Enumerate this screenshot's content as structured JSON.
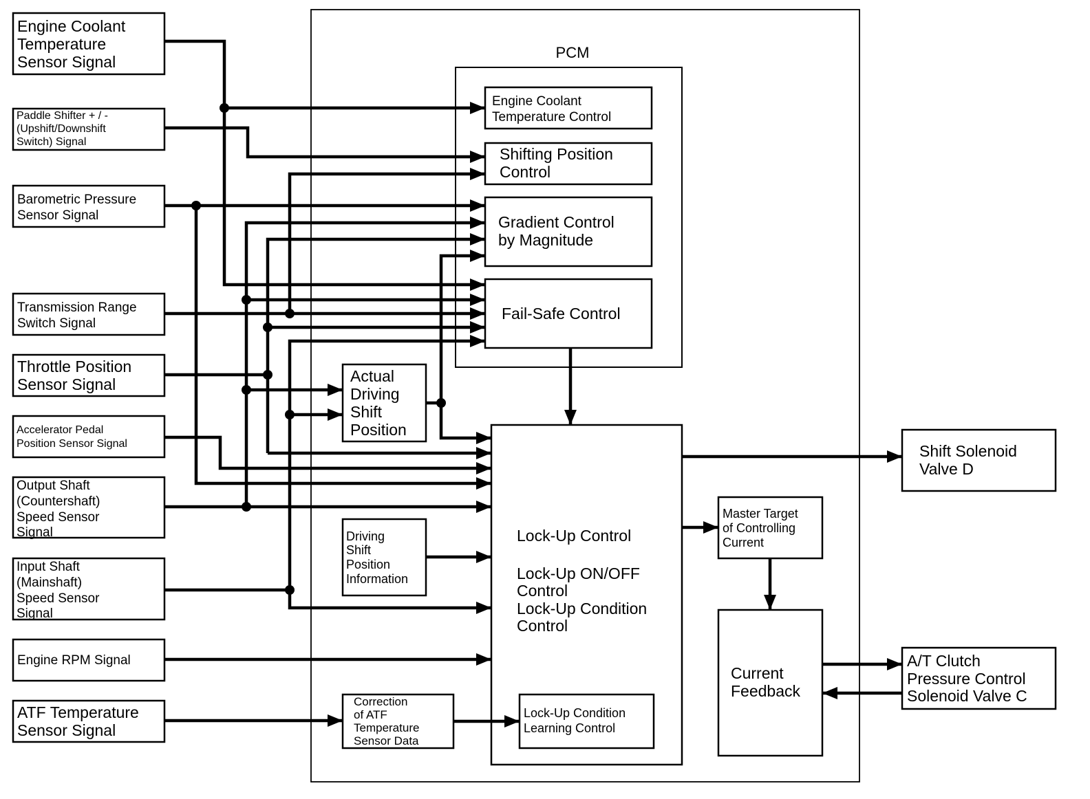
{
  "pcm_label": "PCM",
  "inputs": [
    {
      "id": "ect",
      "lines": [
        "Engine Coolant",
        "Temperature",
        "Sensor Signal"
      ],
      "size": "large"
    },
    {
      "id": "paddle",
      "lines": [
        "Paddle Shifter  + / -",
        "(Upshift/Downshift",
        "Switch) Signal"
      ],
      "size": "small"
    },
    {
      "id": "baro",
      "lines": [
        "Barometric Pressure",
        "Sensor Signal"
      ],
      "size": "medium"
    },
    {
      "id": "trs",
      "lines": [
        "Transmission Range",
        "Switch Signal"
      ],
      "size": "medium"
    },
    {
      "id": "tps",
      "lines": [
        "Throttle Position",
        "Sensor Signal"
      ],
      "size": "large"
    },
    {
      "id": "apps",
      "lines": [
        "Accelerator Pedal",
        "Position Sensor Signal"
      ],
      "size": "small"
    },
    {
      "id": "oss",
      "lines": [
        "Output Shaft",
        "(Countershaft)",
        "Speed Sensor",
        "Signal"
      ],
      "size": "medium"
    },
    {
      "id": "iss",
      "lines": [
        "Input Shaft",
        "(Mainshaft)",
        "Speed Sensor",
        "Signal"
      ],
      "size": "medium"
    },
    {
      "id": "rpm",
      "lines": [
        "Engine RPM Signal"
      ],
      "size": "medium"
    },
    {
      "id": "atf",
      "lines": [
        "ATF Temperature",
        "Sensor Signal"
      ],
      "size": "large"
    }
  ],
  "pcm_blocks": {
    "ect_control": {
      "lines": [
        "Engine Coolant",
        "Temperature Control"
      ]
    },
    "shift_position_control": {
      "lines": [
        "Shifting Position",
        "Control"
      ]
    },
    "gradient_control": {
      "lines": [
        "Gradient Control",
        "by Magnitude"
      ]
    },
    "fail_safe": {
      "lines": [
        "Fail-Safe Control"
      ]
    },
    "actual_driving": {
      "lines": [
        "Actual",
        "Driving",
        "Shift",
        "Position"
      ]
    },
    "driving_info": {
      "lines": [
        "Driving",
        "Shift",
        "Position",
        "Information"
      ]
    },
    "atf_correction": {
      "lines": [
        "Correction",
        "of ATF",
        "Temperature",
        "Sensor Data"
      ]
    },
    "lockup": {
      "lines": [
        "Lock-Up Control",
        "",
        "Lock-Up ON/OFF",
        "Control",
        "Lock-Up Condition",
        "Control"
      ]
    },
    "lockup_learning": {
      "lines": [
        "Lock-Up Condition",
        "Learning Control"
      ]
    },
    "master_target": {
      "lines": [
        "Master Target",
        "of Controlling",
        "Current"
      ]
    },
    "current_feedback": {
      "lines": [
        "Current",
        "Feedback"
      ]
    }
  },
  "outputs": [
    {
      "id": "ssv_d",
      "lines": [
        "Shift Solenoid",
        "Valve D"
      ]
    },
    {
      "id": "atc_c",
      "lines": [
        "A/T Clutch",
        "Pressure Control",
        "Solenoid Valve C"
      ]
    }
  ]
}
